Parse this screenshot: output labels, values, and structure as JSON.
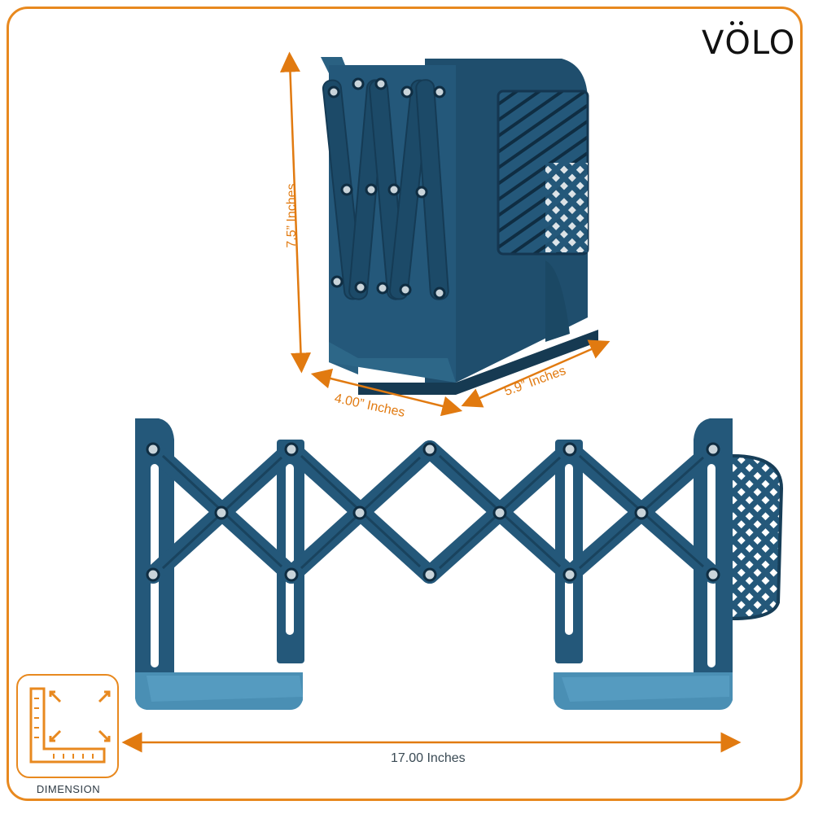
{
  "brand": {
    "name_prefix": "V",
    "name_o": "O",
    "name_suffix": "LO"
  },
  "dimensions": {
    "height": "7.5” Inches",
    "width": "4.00” Inches",
    "depth": "5.9” Inches",
    "extended_length": "17.00 Inches"
  },
  "badge": {
    "label": "DIMENSION",
    "icon": "dimension-corner-icon"
  },
  "colors": {
    "frame": "#e8891f",
    "arrow": "#e17a10",
    "product": "#24587a",
    "product_dark": "#173e58",
    "rivet": "#c9d4da"
  },
  "product": {
    "top_view": "bookend-collapsed",
    "bottom_view": "bookend-extended"
  }
}
